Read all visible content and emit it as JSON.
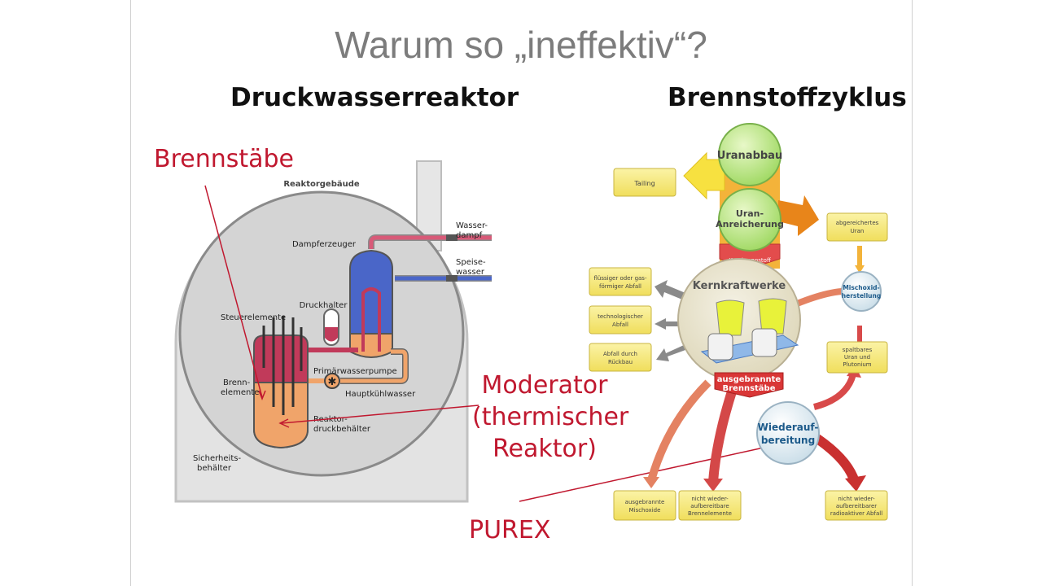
{
  "title": "Warum so „ineffektiv“?",
  "left": {
    "heading": "Druckwasserreaktor",
    "labels": {
      "building": "Reaktorgebäude",
      "steam_generator": "Dampferzeuger",
      "steam": [
        "Wasser-",
        "dampf"
      ],
      "feedwater": [
        "Speise-",
        "wasser"
      ],
      "pressurizer": "Druckhalter",
      "control_rods": "Steuerelemente",
      "fuel_elements": [
        "Brenn-",
        "elemente"
      ],
      "primary_pump": "Primärwasserpumpe",
      "main_coolant": "Hauptkühlwasser",
      "pressure_vessel": [
        "Reaktor-",
        "druckbehälter"
      ],
      "containment": [
        "Sicherheits-",
        "behälter"
      ]
    }
  },
  "right": {
    "heading": "Brennstoffzyklus",
    "nodes": {
      "mining": "Uranabbau",
      "enrichment": [
        "Uran-",
        "Anreicherung"
      ],
      "fuel": "Kernbrennstoff",
      "plants": "Kernkraftwerke",
      "spent_fuel": [
        "ausgebrannte",
        "Brennstäbe"
      ],
      "reprocessing": [
        "Wiederauf-",
        "bereitung"
      ],
      "mox": [
        "Mischoxid-",
        "herstellung"
      ]
    },
    "boxes": {
      "tailing": "Tailing",
      "depleted_uranium": [
        "abgereichertes",
        "Uran"
      ],
      "liquid_gas_waste": [
        "flüssiger oder gas-",
        "förmiger Abfall"
      ],
      "tech_waste": [
        "technologischer",
        "Abfall"
      ],
      "decommissioning_waste": [
        "Abfall durch",
        "Rückbau"
      ],
      "fissile": [
        "spaltbares",
        "Uran und",
        "Plutonium"
      ],
      "spent_mox": [
        "ausgebrannte",
        "Mischoxide"
      ],
      "non_reprocessable_fuel": [
        "nicht wieder-",
        "aufbereitbare",
        "Brennelemente"
      ],
      "non_reprocessable_waste": [
        "nicht wieder-",
        "aufbereitbarer",
        "radioaktiver Abfall"
      ]
    }
  },
  "annotations": {
    "brennstaebe": "Brennstäbe",
    "moderator": [
      "Moderator",
      "(thermischer",
      "Reaktor)"
    ],
    "purex": "PUREX"
  },
  "colors": {
    "annotation_red": "#c0182f",
    "title_gray": "#7c7c7c",
    "box_yellow": "#f5ea7a",
    "node_green": "#bfe88a",
    "reactor_red": "#c13a5a",
    "reactor_blue": "#4a66c8",
    "reactor_orange": "#f0a46a"
  }
}
